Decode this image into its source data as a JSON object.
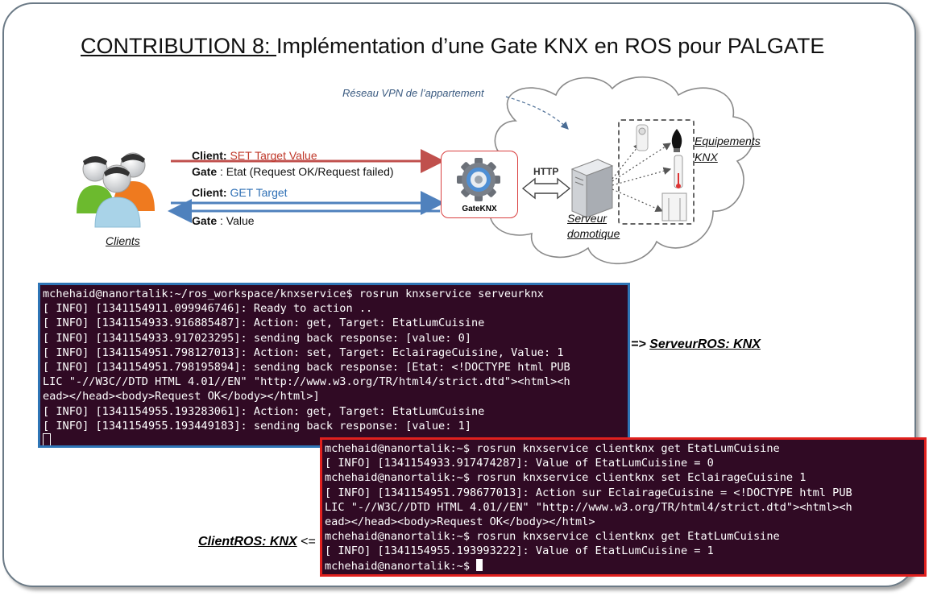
{
  "title": {
    "prefix": "CONTRIBUTION 8: ",
    "text": "Implémentation d’une Gate KNX en ROS pour PALGATE"
  },
  "diagram": {
    "vpn_label": "Réseau VPN de l’appartement",
    "clients_label": "Clients",
    "client_set": {
      "who": "Client:",
      "what": "SET Target Value"
    },
    "gate_state": {
      "who": "Gate",
      "what": ": Etat (Request OK/Request failed)"
    },
    "client_get": {
      "who": "Client:",
      "what": "GET Target"
    },
    "gate_value": {
      "who": "Gate",
      "what": ": Value"
    },
    "gate_name": "GateKNX",
    "http_label": "HTTP",
    "server_label_1": "Serveur",
    "server_label_2": "domotique",
    "equipment_label_1": "Equipements",
    "equipment_label_2": "KNX",
    "colors": {
      "set_arrow": "#c0504d",
      "get_arrow": "#4f81bd",
      "terminal_bg": "#300a24"
    }
  },
  "server_terminal": {
    "lines": [
      "mchehaid@nanortalik:~/ros_workspace/knxservice$ rosrun knxservice serveurknx",
      "[ INFO] [1341154911.099946746]: Ready to action ..",
      "[ INFO] [1341154933.916885487]: Action: get, Target: EtatLumCuisine",
      "[ INFO] [1341154933.917023295]: sending back response: [value: 0]",
      "[ INFO] [1341154951.798127013]: Action: set, Target: EclairageCuisine, Value: 1",
      "[ INFO] [1341154951.798195894]: sending back response: [Etat: <!DOCTYPE html PUB",
      "LIC \"-//W3C//DTD HTML 4.01//EN\" \"http://www.w3.org/TR/html4/strict.dtd\"><html><h",
      "ead></head><body>Request OK</body></html>]",
      "[ INFO] [1341154955.193283061]: Action: get, Target: EtatLumCuisine",
      "[ INFO] [1341154955.193449183]: sending back response: [value: 1]"
    ],
    "side_arrow": "=> ",
    "side_label": "ServeurROS: KNX"
  },
  "client_terminal": {
    "lines": [
      "mchehaid@nanortalik:~$ rosrun knxservice clientknx get EtatLumCuisine",
      "[ INFO] [1341154933.917474287]: Value of EtatLumCuisine = 0",
      "mchehaid@nanortalik:~$ rosrun knxservice clientknx set EclairageCuisine 1",
      "[ INFO] [1341154951.798677013]: Action sur EclairageCuisine = <!DOCTYPE html PUB",
      "LIC \"-//W3C//DTD HTML 4.01//EN\" \"http://www.w3.org/TR/html4/strict.dtd\"><html><h",
      "ead></head><body>Request OK</body></html>",
      "mchehaid@nanortalik:~$ rosrun knxservice clientknx get EtatLumCuisine",
      "[ INFO] [1341154955.193993222]: Value of EtatLumCuisine = 1"
    ],
    "prompt": "mchehaid@nanortalik:~$ ",
    "side_label": "ClientROS: KNX",
    "side_arrow": " <="
  }
}
